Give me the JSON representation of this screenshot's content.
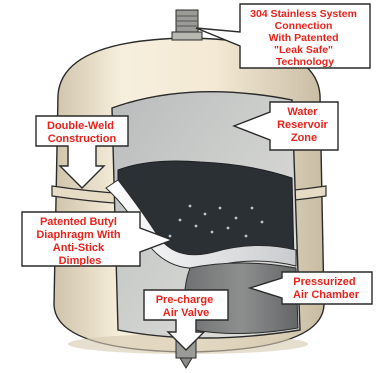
{
  "diagram": {
    "callouts": [
      {
        "id": "connection",
        "lines": [
          "304 Stainless System",
          "Connection",
          "With Patented",
          "\"Leak Safe\"",
          "Technology"
        ]
      },
      {
        "id": "double-weld",
        "lines": [
          "Double-Weld",
          "Construction"
        ]
      },
      {
        "id": "water-reservoir",
        "lines": [
          "Water",
          "Reservoir",
          "Zone"
        ]
      },
      {
        "id": "butyl-diaphragm",
        "lines": [
          "Patented Butyl",
          "Diaphragm With",
          "Anti-Stick",
          "Dimples"
        ]
      },
      {
        "id": "air-chamber",
        "lines": [
          "Pressurized",
          "Air Chamber"
        ]
      },
      {
        "id": "precharge-valve",
        "lines": [
          "Pre-charge",
          "Air Valve"
        ]
      }
    ],
    "colors": {
      "label_text": "#e8231c",
      "tank_shell": "#f5ecd8",
      "tank_shade": "#d9cdb4",
      "reservoir_dark": "#2b3035",
      "air_chamber": "#7e8081",
      "callout_fill": "#ffffff",
      "outline": "#2a2a2a"
    }
  }
}
